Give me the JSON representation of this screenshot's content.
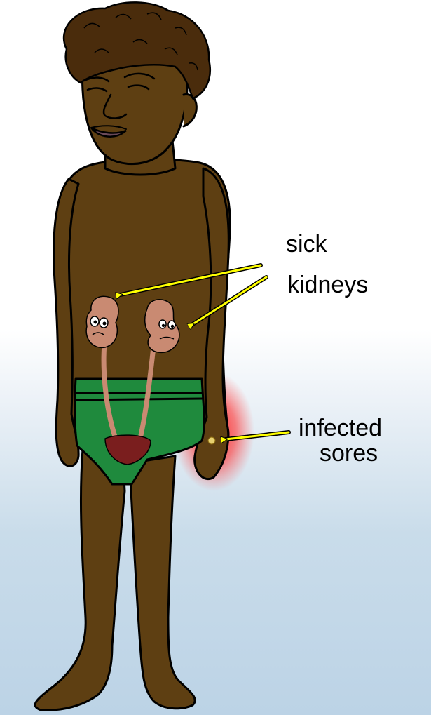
{
  "labels": {
    "sick": "sick",
    "kidneys": "kidneys",
    "infected": "infected",
    "sores": "sores"
  },
  "colors": {
    "skin": "#5e3f12",
    "skin_dark": "#3e2808",
    "hair": "#4a2c0c",
    "underwear": "#1f8a3d",
    "kidney": "#c98a72",
    "bladder": "#7a1e1e",
    "arrow": "#ffff00",
    "infection_glow": "#ff2020"
  },
  "icons": {
    "kidney_left": "sad-kidney-icon",
    "kidney_right": "sad-kidney-icon",
    "sore": "infected-sore-icon"
  }
}
